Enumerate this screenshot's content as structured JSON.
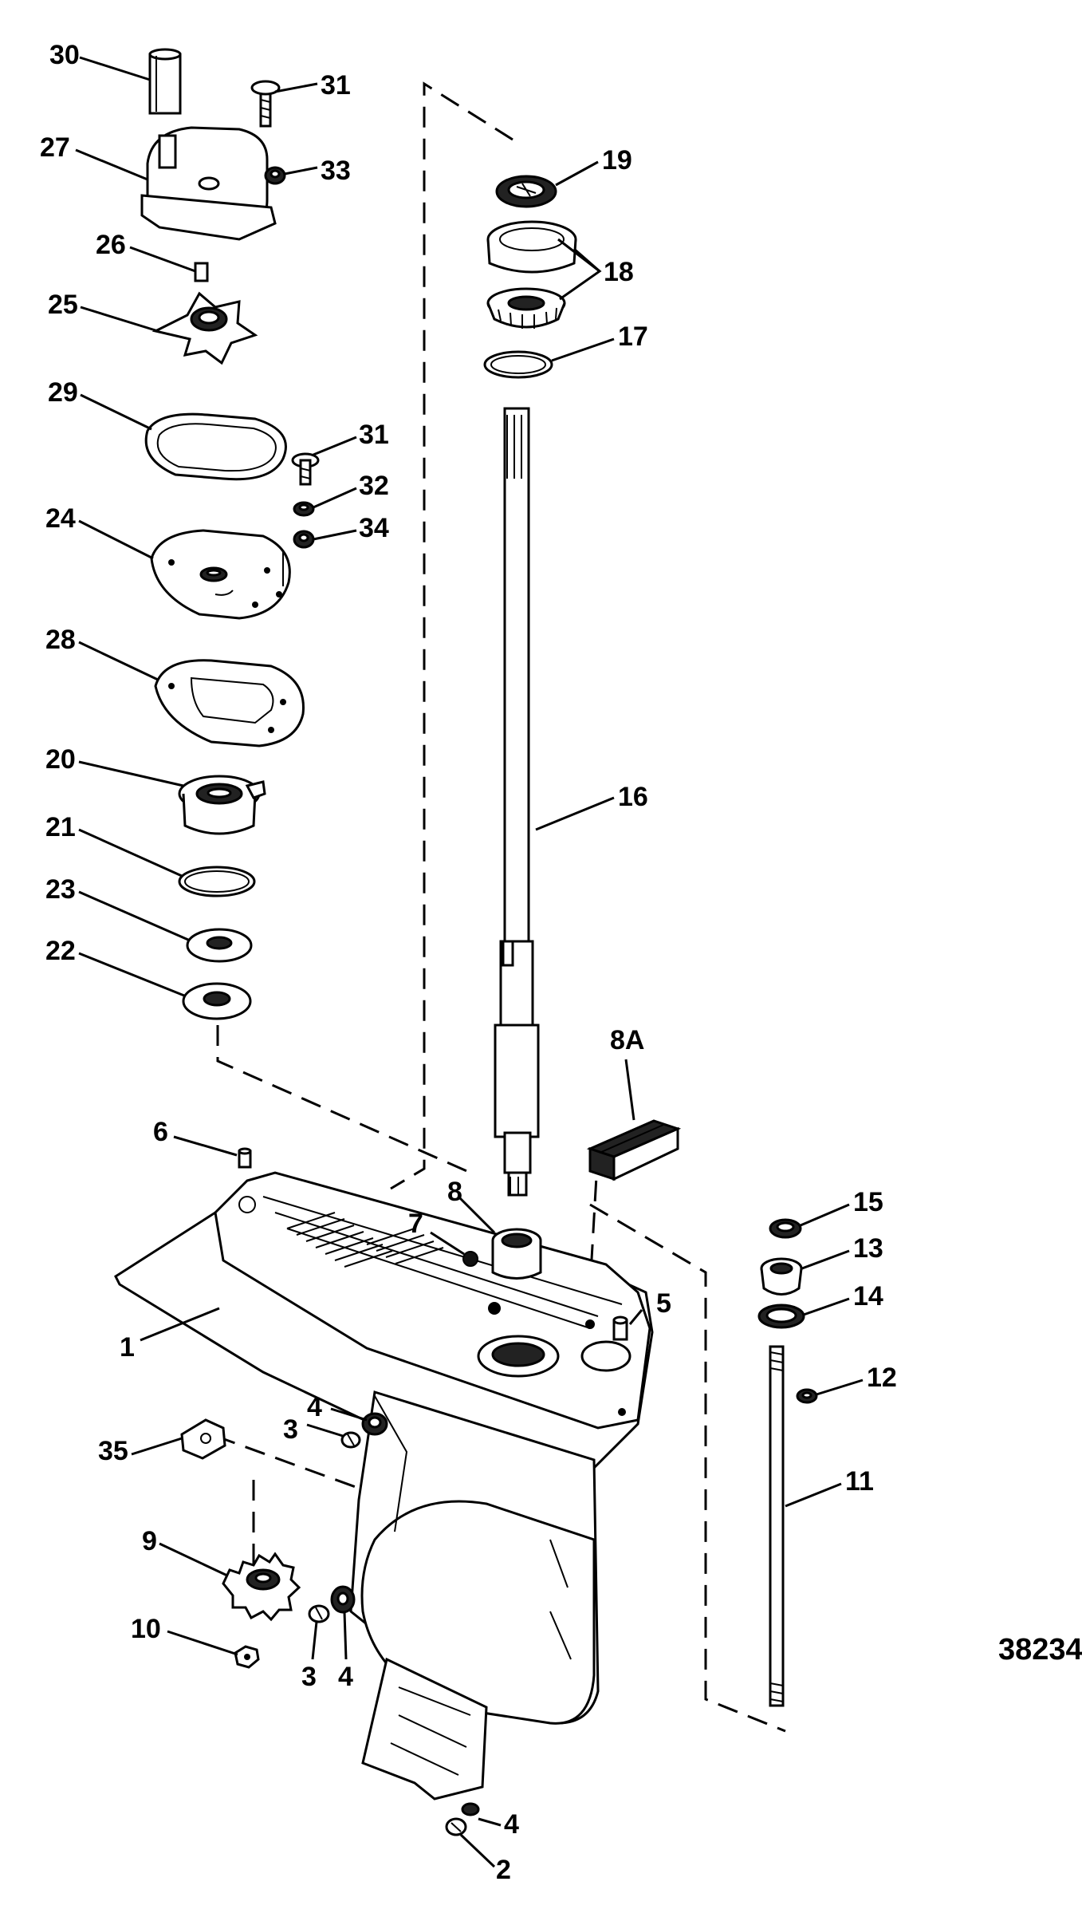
{
  "diagram": {
    "id_label": "38234",
    "parts": [
      {
        "key": "p1",
        "label": "1"
      },
      {
        "key": "p2",
        "label": "2"
      },
      {
        "key": "p3a",
        "label": "3"
      },
      {
        "key": "p3b",
        "label": "3"
      },
      {
        "key": "p4a",
        "label": "4"
      },
      {
        "key": "p4b",
        "label": "4"
      },
      {
        "key": "p4c",
        "label": "4"
      },
      {
        "key": "p5",
        "label": "5"
      },
      {
        "key": "p6",
        "label": "6"
      },
      {
        "key": "p7",
        "label": "7"
      },
      {
        "key": "p8",
        "label": "8"
      },
      {
        "key": "p8a",
        "label": "8A"
      },
      {
        "key": "p9",
        "label": "9"
      },
      {
        "key": "p10",
        "label": "10"
      },
      {
        "key": "p11",
        "label": "11"
      },
      {
        "key": "p12",
        "label": "12"
      },
      {
        "key": "p13",
        "label": "13"
      },
      {
        "key": "p14",
        "label": "14"
      },
      {
        "key": "p15",
        "label": "15"
      },
      {
        "key": "p16",
        "label": "16"
      },
      {
        "key": "p17",
        "label": "17"
      },
      {
        "key": "p18",
        "label": "18"
      },
      {
        "key": "p19",
        "label": "19"
      },
      {
        "key": "p20",
        "label": "20"
      },
      {
        "key": "p21",
        "label": "21"
      },
      {
        "key": "p22",
        "label": "22"
      },
      {
        "key": "p23",
        "label": "23"
      },
      {
        "key": "p24",
        "label": "24"
      },
      {
        "key": "p25",
        "label": "25"
      },
      {
        "key": "p26",
        "label": "26"
      },
      {
        "key": "p27",
        "label": "27"
      },
      {
        "key": "p28",
        "label": "28"
      },
      {
        "key": "p29",
        "label": "29"
      },
      {
        "key": "p30",
        "label": "30"
      },
      {
        "key": "p31a",
        "label": "31"
      },
      {
        "key": "p31b",
        "label": "31"
      },
      {
        "key": "p32",
        "label": "32"
      },
      {
        "key": "p33",
        "label": "33"
      },
      {
        "key": "p34",
        "label": "34"
      },
      {
        "key": "p35",
        "label": "35"
      }
    ]
  }
}
